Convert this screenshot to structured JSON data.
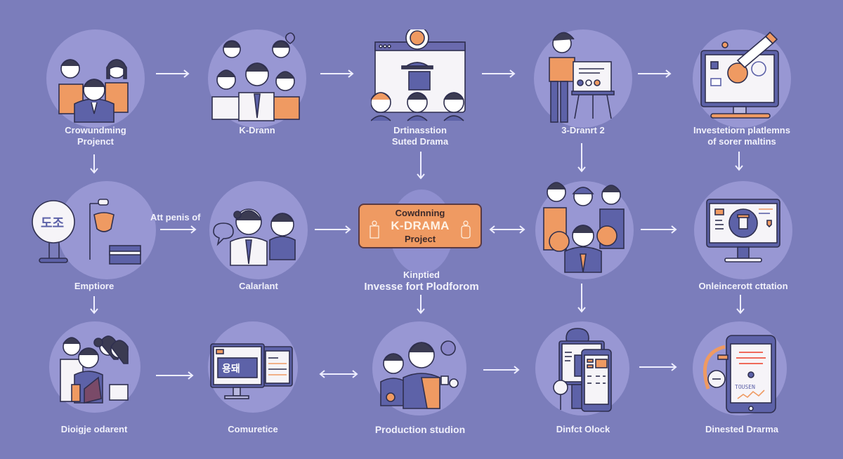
{
  "diagram": {
    "background": "#7b7dbb",
    "accent_orange": "#ef9a62",
    "disc_color": "#9897d3",
    "center_box": {
      "line1": "Cowdnning",
      "line2": "K-DRAMA",
      "line3": "Project"
    },
    "rows": [
      {
        "nodes": [
          {
            "id": "crowdfunding-project",
            "label_lines": [
              "Crowundming",
              "Projenct"
            ],
            "icon": "group-of-people-icon"
          },
          {
            "id": "k-drama",
            "label_lines": [
              "K-Drann"
            ],
            "icon": "fan-group-icon"
          },
          {
            "id": "distribution",
            "label_lines": [
              "Drtinasstion",
              "Suted Drama"
            ],
            "icon": "video-call-icon"
          },
          {
            "id": "drama-pitch",
            "label_lines": [
              "3-Dranrt 2"
            ],
            "icon": "presentation-easel-icon"
          },
          {
            "id": "investment-platforms",
            "label_lines": [
              "Investetiorn platlemns",
              "of sorer maltins"
            ],
            "icon": "monitor-investment-icon"
          }
        ]
      },
      {
        "nodes": [
          {
            "id": "employee",
            "label_lines": [
              "Emptiore"
            ],
            "icon": "studio-equipment-icon"
          },
          {
            "id": "talent",
            "label_lines": [
              "Calarlant"
            ],
            "icon": "actors-duo-icon"
          },
          {
            "id": "center",
            "label_lines": [
              "Kinptied",
              "Invesse fort Plodforom"
            ],
            "icon": "center-project-box"
          },
          {
            "id": "fans",
            "label_lines": [],
            "icon": "fan-crowd-icon"
          },
          {
            "id": "online-creation",
            "label_lines": [
              "Onleincerott cttation"
            ],
            "icon": "monitor-dashboard-icon"
          }
        ],
        "side_label": "Att penis of"
      },
      {
        "nodes": [
          {
            "id": "dialogue-audience",
            "label_lines": [
              "Dioigje odarent"
            ],
            "icon": "audience-group-icon"
          },
          {
            "id": "commerce",
            "label_lines": [
              "Comuretice"
            ],
            "icon": "desktop-korean-icon"
          },
          {
            "id": "production-studio",
            "label_lines": [
              "Production studion"
            ],
            "icon": "production-crew-icon"
          },
          {
            "id": "direct-clock",
            "label_lines": [
              "Dinfct Olock"
            ],
            "icon": "devices-icon"
          },
          {
            "id": "digested-drama",
            "label_lines": [
              "Dinested Drarma"
            ],
            "icon": "phone-analytics-icon"
          }
        ]
      }
    ],
    "arrows": [
      {
        "from": "crowdfunding-project",
        "to": "k-drama",
        "type": "right"
      },
      {
        "from": "k-drama",
        "to": "distribution",
        "type": "right"
      },
      {
        "from": "distribution",
        "to": "drama-pitch",
        "type": "right"
      },
      {
        "from": "drama-pitch",
        "to": "investment-platforms",
        "type": "right"
      },
      {
        "from": "crowdfunding-project",
        "to": "employee",
        "type": "down"
      },
      {
        "from": "distribution",
        "to": "center",
        "type": "down"
      },
      {
        "from": "drama-pitch",
        "to": "fans",
        "type": "down"
      },
      {
        "from": "investment-platforms",
        "to": "online-creation",
        "type": "down"
      },
      {
        "from": "employee",
        "to": "talent",
        "type": "right"
      },
      {
        "from": "talent",
        "to": "center",
        "type": "right"
      },
      {
        "from": "center",
        "to": "fans",
        "type": "both"
      },
      {
        "from": "fans",
        "to": "online-creation",
        "type": "right"
      },
      {
        "from": "employee",
        "to": "dialogue-audience",
        "type": "down"
      },
      {
        "from": "center",
        "to": "production-studio",
        "type": "down"
      },
      {
        "from": "fans",
        "to": "direct-clock",
        "type": "down"
      },
      {
        "from": "online-creation",
        "to": "digested-drama",
        "type": "down"
      },
      {
        "from": "dialogue-audience",
        "to": "commerce",
        "type": "right"
      },
      {
        "from": "commerce",
        "to": "production-studio",
        "type": "both"
      },
      {
        "from": "production-studio",
        "to": "direct-clock",
        "type": "right"
      },
      {
        "from": "direct-clock",
        "to": "digested-drama",
        "type": "right"
      }
    ]
  }
}
